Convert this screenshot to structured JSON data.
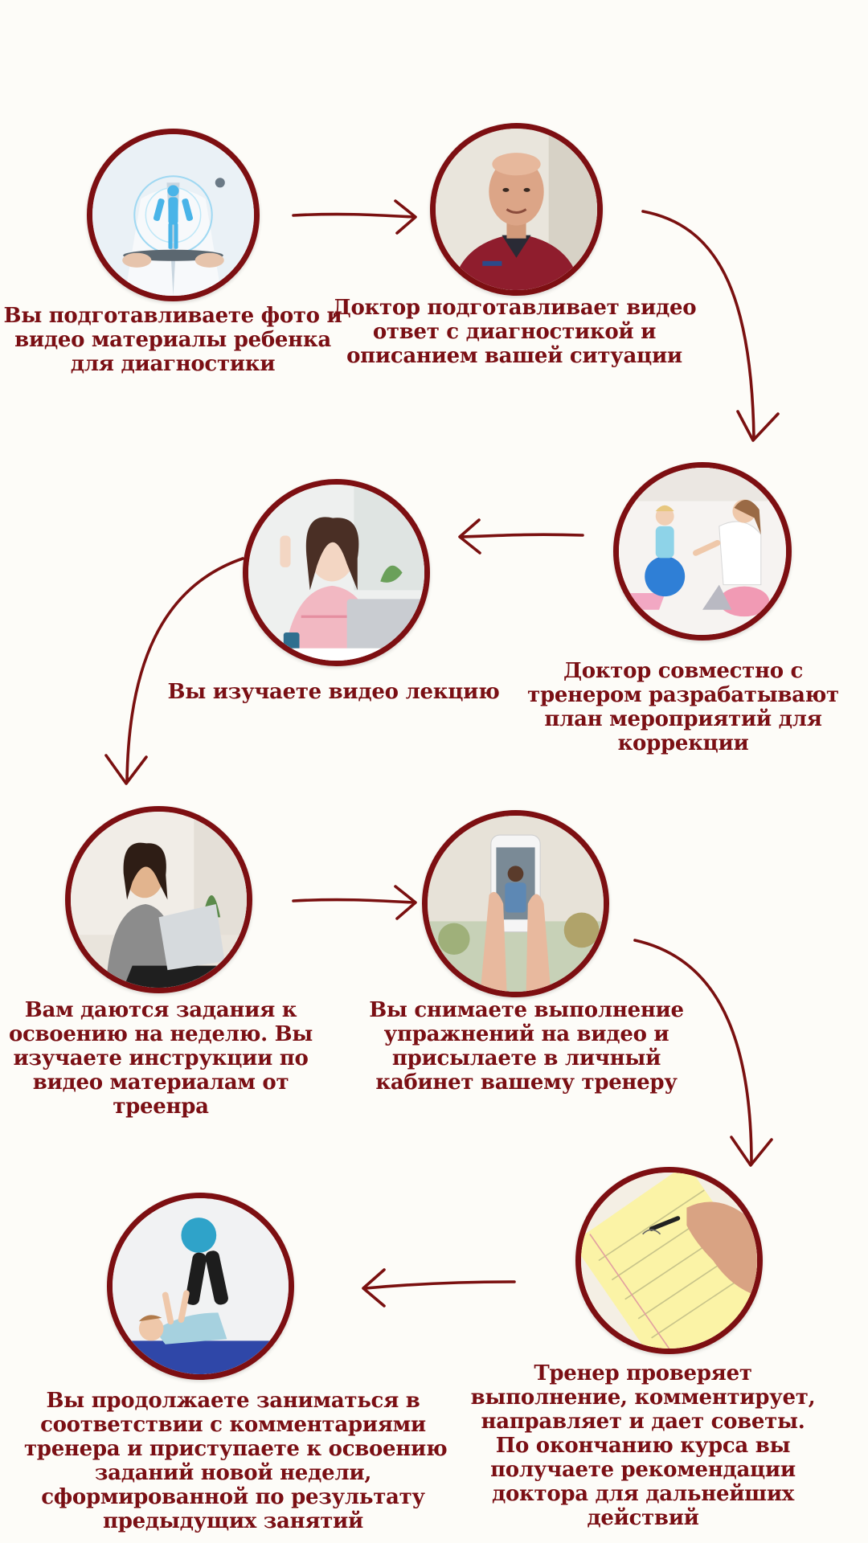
{
  "steps": [
    {
      "id": 1,
      "image": "doctor-tablet-hologram",
      "lines": [
        "Вы подготавливаете фото и",
        "видео материалы ребенка",
        "для диагностики"
      ]
    },
    {
      "id": 2,
      "image": "doctor-portrait",
      "lines": [
        "Доктор подготавливает видео",
        "ответ с диагностикой и",
        "описанием вашей ситуации"
      ]
    },
    {
      "id": 3,
      "image": "therapist-with-child-on-ball",
      "lines": [
        "Доктор совместно с",
        "тренером разрабатывают",
        "план мероприятий для",
        "коррекции"
      ]
    },
    {
      "id": 4,
      "image": "woman-video-lecture-laptop",
      "lines": [
        "Вы изучаете видео лекцию"
      ]
    },
    {
      "id": 5,
      "image": "woman-laptop-on-couch",
      "lines": [
        "Вам даются задания к",
        "освоению на неделю. Вы",
        "изучаете инструкции по",
        "видео материалам от",
        "треенра"
      ]
    },
    {
      "id": 6,
      "image": "hands-recording-phone",
      "lines": [
        "Вы снимаете выполнение",
        "упражнений на видео и",
        "присылаете в личный",
        "кабинет вашему тренеру"
      ]
    },
    {
      "id": 7,
      "image": "hand-writing-notepad",
      "lines": [
        "Тренер проверяет",
        "выполнение, комментирует,",
        "направляет и дает советы.",
        "По окончанию курса вы",
        "получаете рекомендации",
        "доктора для дальнейших",
        "действий"
      ]
    },
    {
      "id": 8,
      "image": "child-exercise-ball",
      "lines": [
        "Вы продолжаете заниматься в",
        "соответствии с комментариями",
        "тренера и приступаете к освоению",
        "заданий новой недели,",
        "сформированной по результату",
        "предыдущих занятий"
      ]
    }
  ],
  "colors": {
    "accent": "#7d0f12",
    "text": "#7a0f14",
    "background": "#fdfcf8"
  }
}
